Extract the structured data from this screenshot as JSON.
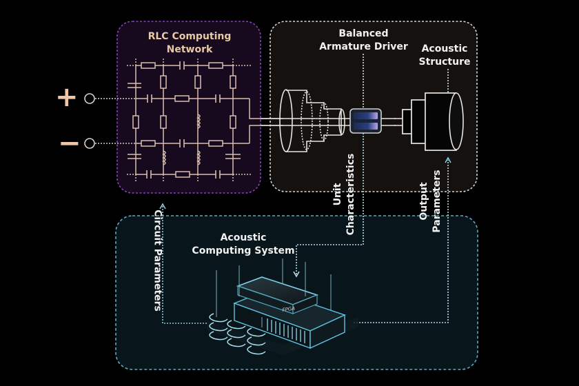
{
  "diagram": {
    "terminals": {
      "positive": "+",
      "negative": "−"
    },
    "blocks": {
      "rlc_network": {
        "title_lines": [
          "RLC Computing",
          "Network"
        ]
      },
      "balanced_armature": {
        "title_lines": [
          "Balanced",
          "Armature Driver"
        ]
      },
      "acoustic_structure": {
        "title_lines": [
          "Acoustic",
          "Structure"
        ]
      },
      "acoustic_system": {
        "title_lines": [
          "Acoustic",
          "Computing System"
        ],
        "chip_label": "FPGA"
      }
    },
    "flows": {
      "circuit_parameters": "Circuit Parameters",
      "unit_characteristics": [
        "Unit",
        "Characteristics"
      ],
      "output_parameters": [
        "Output",
        "Parameters"
      ]
    },
    "colors": {
      "rlc_border": "#8a3fc4",
      "rlc_fill": "#170a1f",
      "driver_border": "#d8d8d8",
      "driver_fill": "#15110e",
      "system_border": "#5fa9bf",
      "system_fill": "#08151a",
      "circuit_line": "#d9bfae",
      "accent_cyan": "#7fd3ea"
    }
  }
}
